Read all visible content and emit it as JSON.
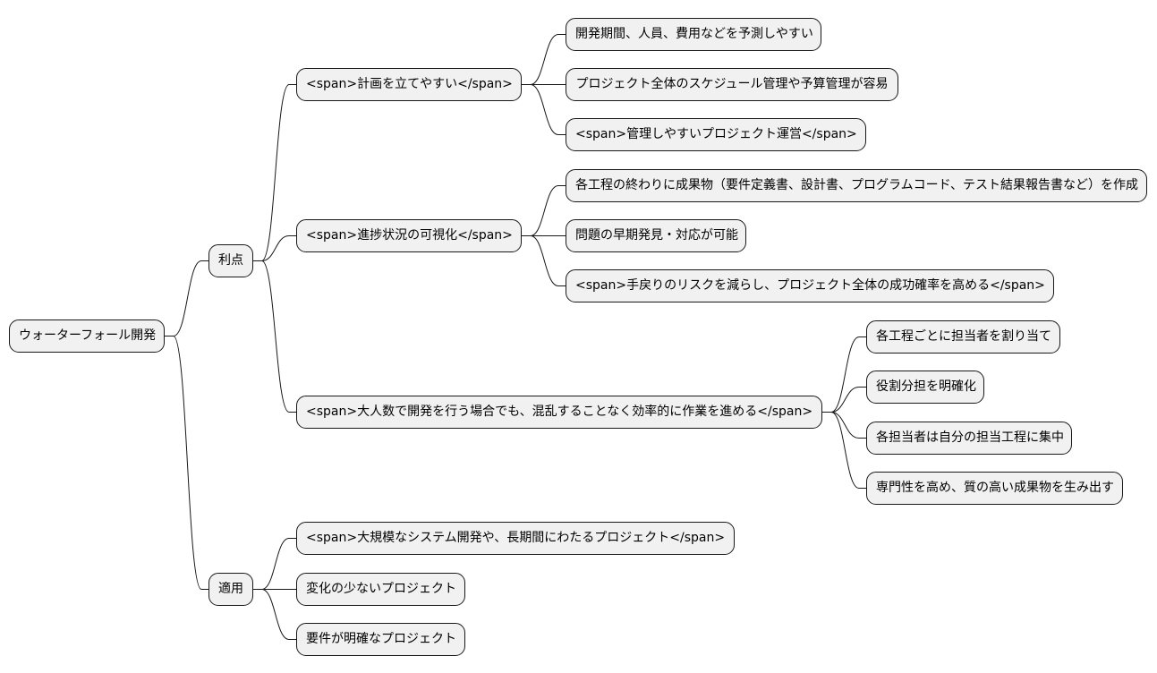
{
  "mindmap": {
    "root": "ウォーターフォール開発",
    "benefits": {
      "label": "利点",
      "plan": {
        "label": "<span>計画を立てやすい</span>",
        "c1": "開発期間、人員、費用などを予測しやすい",
        "c2": "プロジェクト全体のスケジュール管理や予算管理が容易",
        "c3": "<span>管理しやすいプロジェクト運営</span>"
      },
      "progress": {
        "label": "<span>進捗状況の可視化</span>",
        "c1": "各工程の終わりに成果物（要件定義書、設計書、プログラムコード、テスト結果報告書など）を作成",
        "c2": "問題の早期発見・対応が可能",
        "c3": "<span>手戻りのリスクを減らし、プロジェクト全体の成功確率を高める</span>"
      },
      "team": {
        "label": "<span>大人数で開発を行う場合でも、混乱することなく効率的に作業を進める</span>",
        "c1": "各工程ごとに担当者を割り当て",
        "c2": "役割分担を明確化",
        "c3": "各担当者は自分の担当工程に集中",
        "c4": "専門性を高め、質の高い成果物を生み出す"
      }
    },
    "application": {
      "label": "適用",
      "c1": "<span>大規模なシステム開発や、長期間にわたるプロジェクト</span>",
      "c2": "変化の少ないプロジェクト",
      "c3": "要件が明確なプロジェクト"
    }
  }
}
